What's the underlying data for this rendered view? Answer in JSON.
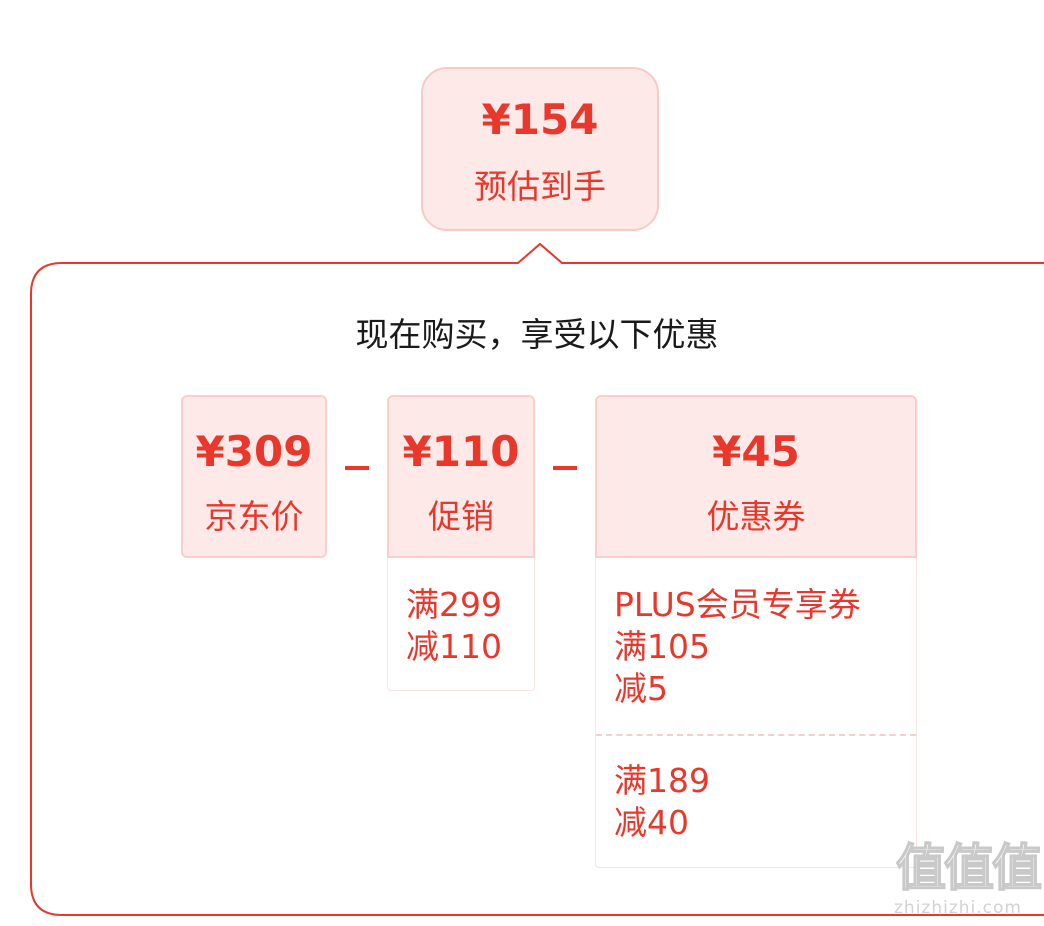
{
  "colors": {
    "accent": "#e8382b",
    "chip_bg": "#fde9e8",
    "outline": "#e8382b",
    "title_text": "#1a1a1a"
  },
  "estimate": {
    "price": "¥154",
    "label": "预估到手"
  },
  "panel": {
    "title": "现在购买，享受以下优惠"
  },
  "breakdown": {
    "jd_price": {
      "value": "¥309",
      "label": "京东价"
    },
    "operator_1": "minus",
    "promotion": {
      "value": "¥110",
      "label": "促销",
      "rules": [
        "满299",
        "减110"
      ]
    },
    "operator_2": "minus",
    "coupon": {
      "value": "¥45",
      "label": "优惠券",
      "items": [
        {
          "lines": [
            "PLUS会员专享券",
            "满105",
            "减5"
          ]
        },
        {
          "lines": [
            "满189",
            "减40"
          ]
        }
      ]
    }
  },
  "watermark": {
    "glyphs": "值值值",
    "url": "zhizhizhi.com"
  }
}
